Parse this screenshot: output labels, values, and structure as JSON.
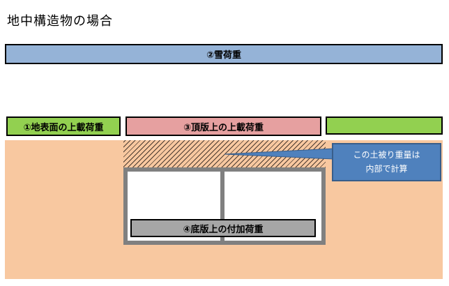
{
  "title": "地中構造物の場合",
  "labels": {
    "snow_load": "②雪荷重",
    "surface_load": "①地表面の上載荷重",
    "top_slab_load": "③頂版上の上載荷重",
    "bottom_slab_load": "④底版上の付加荷重"
  },
  "callout": {
    "line1": "この土被り重量は",
    "line2": "内部で計算"
  },
  "colors": {
    "snow": "#95b3d7",
    "surface": "#92d050",
    "top_slab": "#e6a0a0",
    "bottom_slab": "#a6a6a6",
    "ground": "#f8c8a0",
    "callout": "#4f81bd",
    "culvert": "#808080"
  }
}
